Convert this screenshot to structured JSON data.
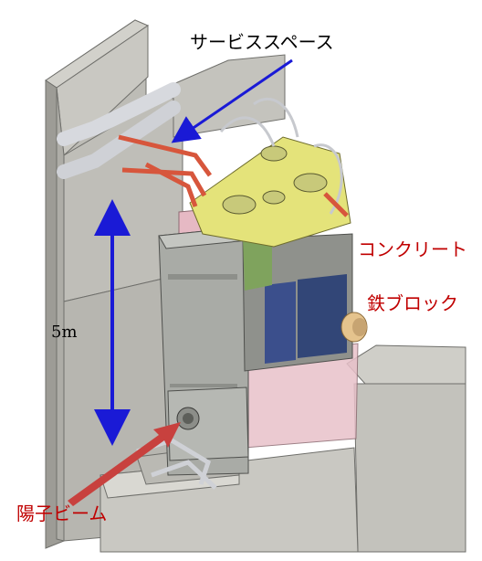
{
  "labels": {
    "service_space": "サービススペース",
    "concrete": "コンクリート",
    "iron_block": "鉄ブロック",
    "proton_beam": "陽子ビーム",
    "height": "5m"
  },
  "colors": {
    "blue_arrow": "#1a1ad6",
    "red_arrow": "#c8413e",
    "red_label": "#c00000",
    "concrete": "#b5b4ae",
    "steel": "#a9aba6",
    "yellow_deck": "#e4e37a",
    "blue_panel": "#3b4f8c",
    "pink_window": "#e6b9c4",
    "orange_pipe": "#d7563c",
    "gray_pipe": "#d7d9de"
  }
}
